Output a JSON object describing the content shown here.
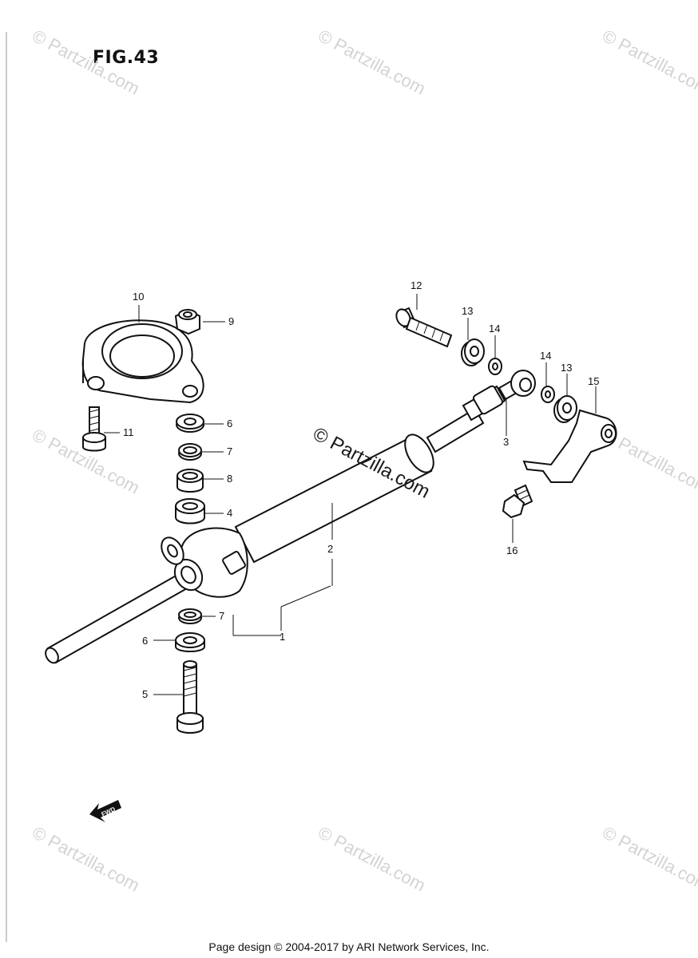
{
  "figure": {
    "title": "FIG.43",
    "footer": "Page design © 2004-2017 by ARI Network Services, Inc.",
    "watermark": "© Partzilla.com",
    "fwd_label": "FWD"
  },
  "parts": [
    {
      "id": "part-1",
      "label": "1"
    },
    {
      "id": "part-2",
      "label": "2"
    },
    {
      "id": "part-3",
      "label": "3"
    },
    {
      "id": "part-4",
      "label": "4"
    },
    {
      "id": "part-5",
      "label": "5"
    },
    {
      "id": "part-6a",
      "label": "6"
    },
    {
      "id": "part-6b",
      "label": "6"
    },
    {
      "id": "part-7a",
      "label": "7"
    },
    {
      "id": "part-7b",
      "label": "7"
    },
    {
      "id": "part-8",
      "label": "8"
    },
    {
      "id": "part-9",
      "label": "9"
    },
    {
      "id": "part-10",
      "label": "10"
    },
    {
      "id": "part-11",
      "label": "11"
    },
    {
      "id": "part-12",
      "label": "12"
    },
    {
      "id": "part-13a",
      "label": "13"
    },
    {
      "id": "part-13b",
      "label": "13"
    },
    {
      "id": "part-14a",
      "label": "14"
    },
    {
      "id": "part-14b",
      "label": "14"
    },
    {
      "id": "part-15",
      "label": "15"
    },
    {
      "id": "part-16",
      "label": "16"
    }
  ]
}
